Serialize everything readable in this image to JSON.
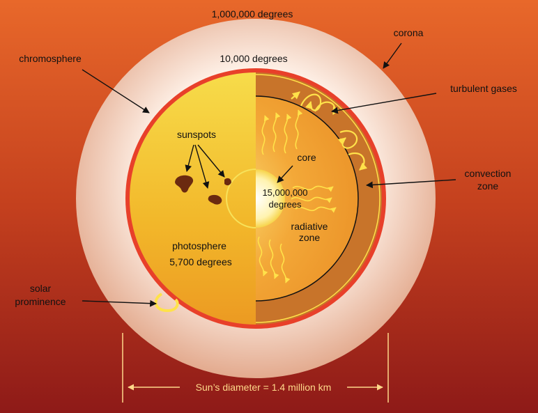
{
  "labels": {
    "corona_temp": "1,000,000 degrees",
    "corona": "corona",
    "chromosphere": "chromosphere",
    "chromosphere_temp": "10,000 degrees",
    "turbulent_gases": "turbulent gases",
    "sunspots": "sunspots",
    "core": "core",
    "core_temp_1": "15,000,000",
    "core_temp_2": "degrees",
    "convection_1": "convection",
    "convection_2": "zone",
    "radiative_1": "radiative",
    "radiative_2": "zone",
    "photosphere": "photosphere",
    "photosphere_temp": "5,700 degrees",
    "prominence_1": "solar",
    "prominence_2": "prominence",
    "diameter": "Sun’s diameter = 1.4 million km"
  },
  "colors": {
    "background_top": "#e8682a",
    "background_bottom": "#8e1a18",
    "corona_center": "#fff3ea",
    "corona_edge": "#e8b49a",
    "chromosphere_ring": "#e8402a",
    "photosphere": "#f0b02a",
    "convection_zone": "#c8742a",
    "radiative_zone": "#f0a02a",
    "core": "#fff6c8",
    "arrow_yellow": "#ffe24a",
    "diameter_line": "#ffd98a"
  }
}
